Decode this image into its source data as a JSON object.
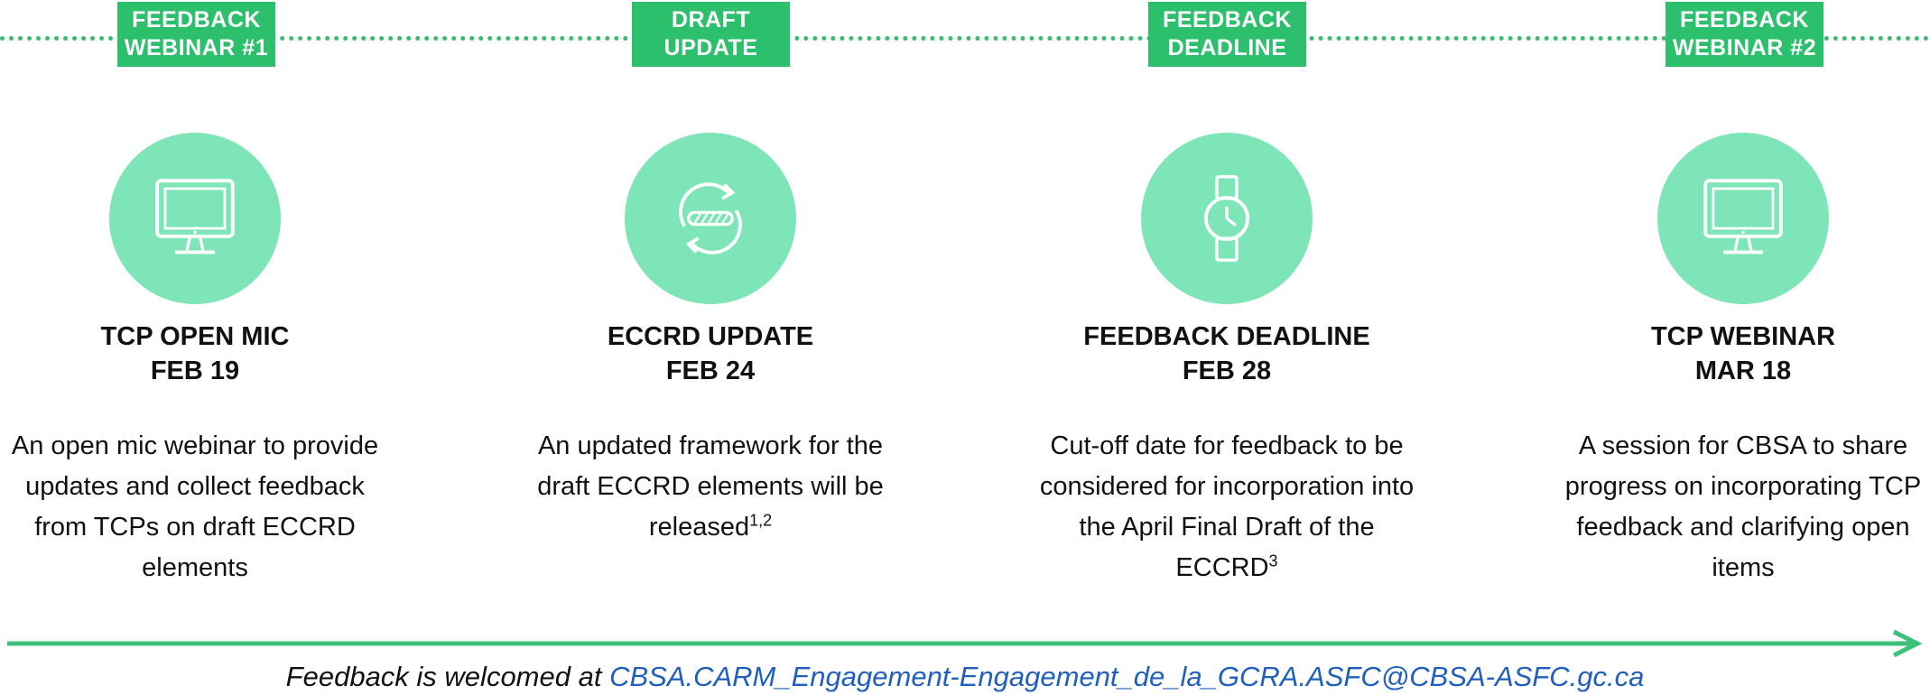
{
  "tags": [
    {
      "line1": "FEEDBACK",
      "line2": "WEBINAR #1"
    },
    {
      "line1": "DRAFT",
      "line2": "UPDATE"
    },
    {
      "line1": "FEEDBACK",
      "line2": "DEADLINE"
    },
    {
      "line1": "FEEDBACK",
      "line2": "WEBINAR #2"
    }
  ],
  "milestones": [
    {
      "icon": "monitor-icon",
      "title": "TCP OPEN MIC",
      "date": "FEB 19",
      "description": "An open mic webinar to provide updates and collect feedback from TCPs on draft ECCRD elements",
      "superscript": ""
    },
    {
      "icon": "refresh-progress-icon",
      "title": "ECCRD UPDATE",
      "date": "FEB 24",
      "description": "An updated framework for the draft ECCRD elements will be released",
      "superscript": "1,2"
    },
    {
      "icon": "watch-icon",
      "title": "FEEDBACK DEADLINE",
      "date": "FEB 28",
      "description": "Cut-off date for feedback to be considered for incorporation into the April Final Draft of the ECCRD",
      "superscript": "3"
    },
    {
      "icon": "monitor-icon",
      "title": "TCP WEBINAR",
      "date": "MAR 18",
      "description": "A session for CBSA to share progress on incorporating TCP feedback and clarifying open items",
      "superscript": ""
    }
  ],
  "footer": {
    "prefix": "Feedback is welcomed at ",
    "email": "CBSA.CARM_Engagement-Engagement_de_la_GCRA.ASFC@CBSA-ASFC.gc.ca"
  },
  "colors": {
    "tag": "#2cbf6c",
    "circle": "#7ee5b8",
    "arrow": "#3cc07a",
    "link": "#1f5fbf"
  }
}
